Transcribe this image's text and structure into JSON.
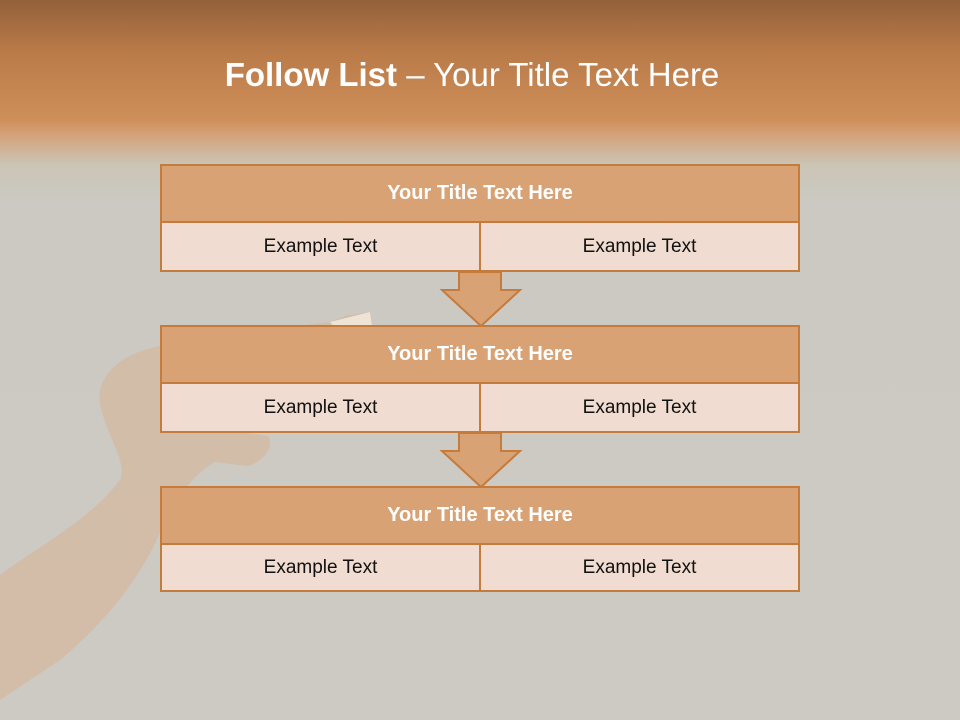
{
  "slide": {
    "title_bold": "Follow List",
    "title_rest": " – Your Title Text Here"
  },
  "steps": [
    {
      "title": "Your Title Text Here",
      "left": "Example Text",
      "right": "Example Text"
    },
    {
      "title": "Your Title Text Here",
      "left": "Example Text",
      "right": "Example Text"
    },
    {
      "title": "Your Title Text Here",
      "left": "Example Text",
      "right": "Example Text"
    }
  ],
  "colors": {
    "header_band": "#c98b55",
    "box_border": "#c47b3c",
    "box_header": "#d9a274",
    "box_cell": "#f0dcd0",
    "arrow_fill": "#d9a274"
  }
}
